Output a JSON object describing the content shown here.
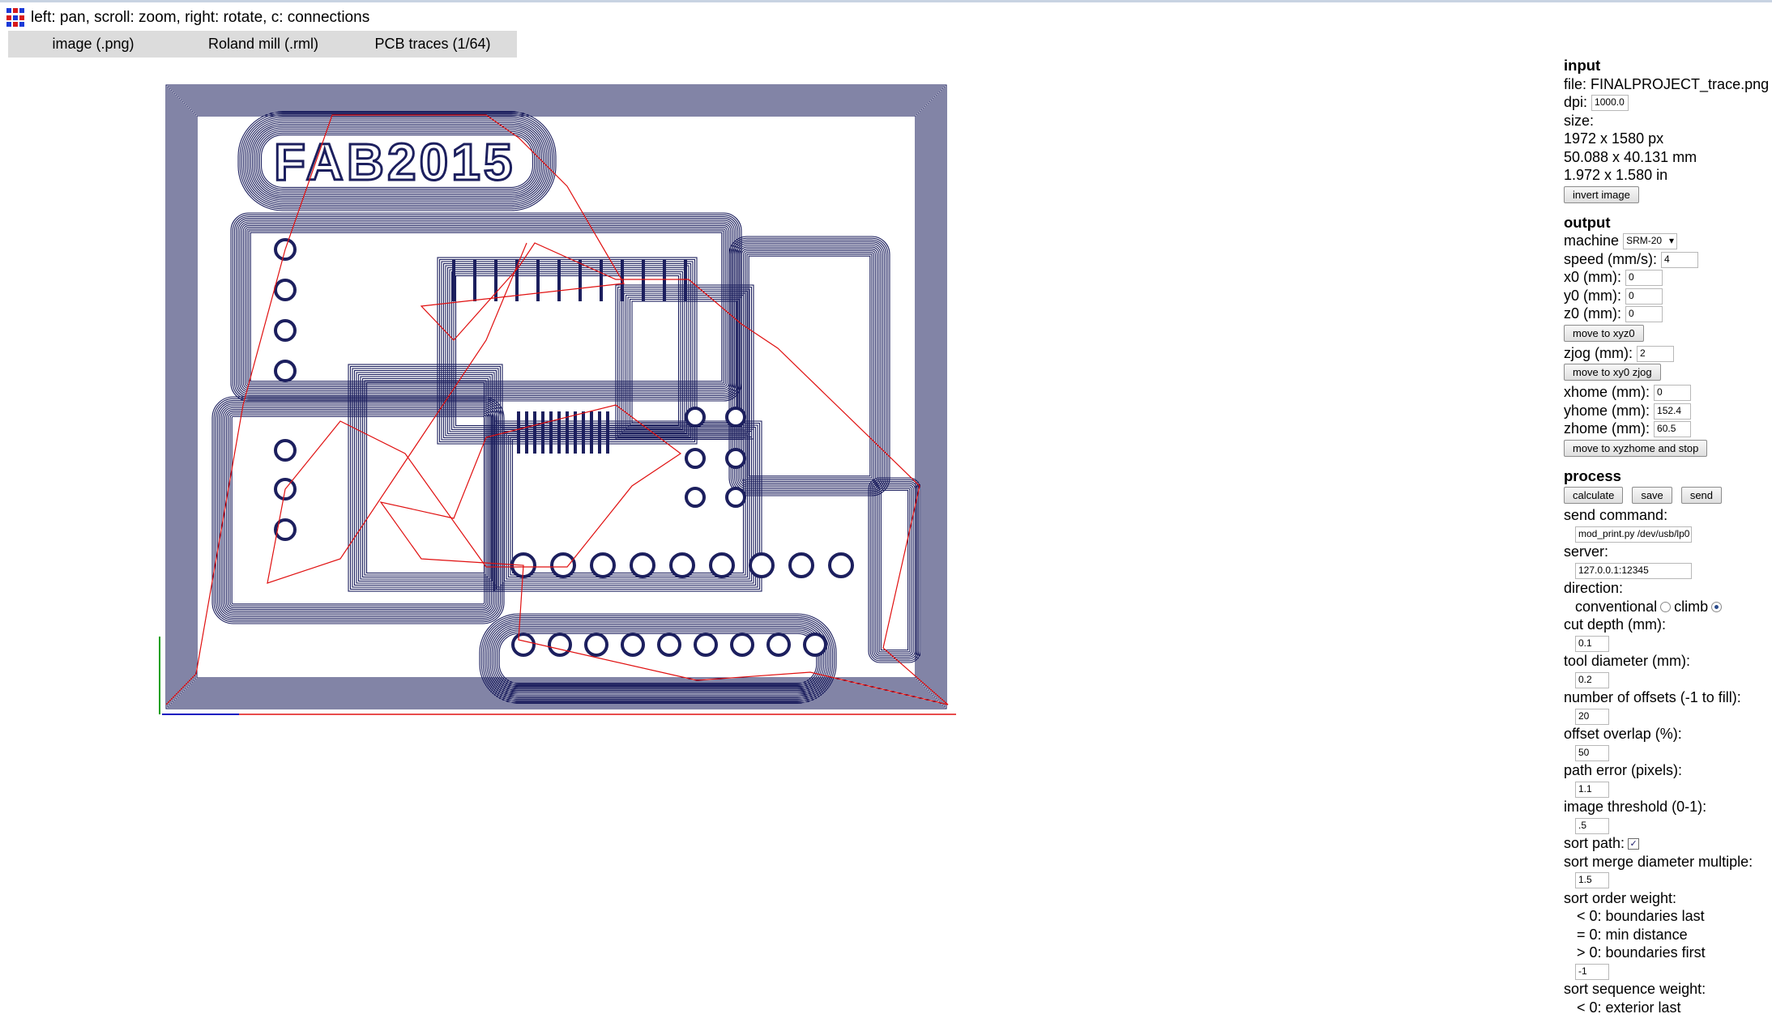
{
  "header": {
    "hint": "left: pan, scroll: zoom, right: rotate, c: connections",
    "tabs": [
      "image (.png)",
      "Roland mill (.rml)",
      "PCB traces (1/64)"
    ]
  },
  "colors": {
    "trace": "#1c1f5e",
    "connection": "#e01010",
    "x_axis": "#1010c0",
    "y_axis": "#10a010"
  },
  "board_text": "FAB2015",
  "panel": {
    "input": {
      "title": "input",
      "file_label": "file:",
      "file_value": "FINALPROJECT_trace.png",
      "dpi_label": "dpi:",
      "dpi_value": "1000.0",
      "size_label": "size:",
      "size_px": "1972 x 1580 px",
      "size_mm": "50.088 x 40.131 mm",
      "size_in": "1.972 x 1.580 in",
      "invert_button": "invert image"
    },
    "output": {
      "title": "output",
      "machine_label": "machine",
      "machine_value": "SRM-20",
      "speed_label": "speed (mm/s):",
      "speed_value": "4",
      "x0_label": "x0 (mm):",
      "x0_value": "0",
      "y0_label": "y0 (mm):",
      "y0_value": "0",
      "z0_label": "z0 (mm):",
      "z0_value": "0",
      "move_xyz0_button": "move to xyz0",
      "zjog_label": "zjog (mm):",
      "zjog_value": "2",
      "move_xy0_zjog_button": "move to xy0 zjog",
      "xhome_label": "xhome (mm):",
      "xhome_value": "0",
      "yhome_label": "yhome (mm):",
      "yhome_value": "152.4",
      "zhome_label": "zhome (mm):",
      "zhome_value": "60.5",
      "move_home_button": "move to xyzhome and stop"
    },
    "process": {
      "title": "process",
      "calculate_button": "calculate",
      "save_button": "save",
      "send_button": "send",
      "send_command_label": "send command:",
      "send_command_value": "mod_print.py /dev/usb/lp0",
      "server_label": "server:",
      "server_value": "127.0.0.1:12345",
      "direction_label": "direction:",
      "conventional_label": "conventional",
      "climb_label": "climb",
      "cut_depth_label": "cut depth (mm):",
      "cut_depth_value": "0.1",
      "tool_diameter_label": "tool diameter (mm):",
      "tool_diameter_value": "0.2",
      "offsets_label": "number of offsets (-1 to fill):",
      "offsets_value": "20",
      "overlap_label": "offset overlap (%):",
      "overlap_value": "50",
      "path_error_label": "path error (pixels):",
      "path_error_value": "1.1",
      "threshold_label": "image threshold (0-1):",
      "threshold_value": ".5",
      "sort_path_label": "sort path:",
      "merge_label": "sort merge diameter multiple:",
      "merge_value": "1.5",
      "order_weight_label": "sort order weight:",
      "order_lt": "< 0: boundaries last",
      "order_eq": "= 0: min distance",
      "order_gt": "> 0: boundaries first",
      "order_value": "-1",
      "sequence_weight_label": "sort sequence weight:",
      "sequence_lt": "< 0: exterior last"
    }
  }
}
